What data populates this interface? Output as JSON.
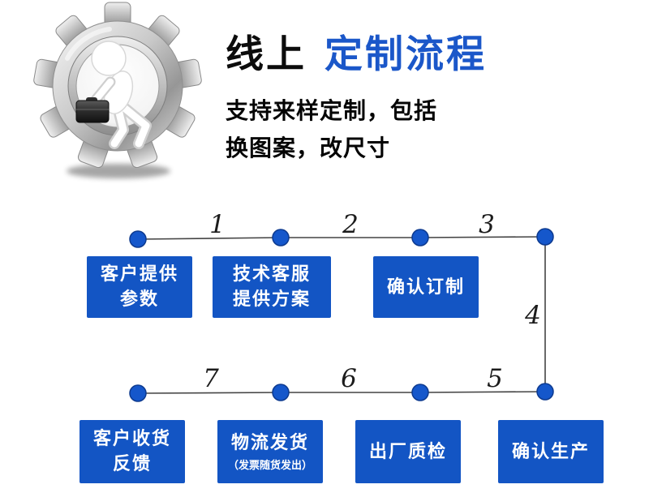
{
  "header": {
    "title_black": "线上",
    "title_blue": "定制流程",
    "subtitle_line1": "支持来样定制，包括",
    "subtitle_line2": "换图案，改尺寸",
    "logo_icon": "gear-with-worker-icon"
  },
  "flow": {
    "numbers": [
      "1",
      "2",
      "3",
      "4",
      "5",
      "6",
      "7"
    ],
    "boxes": {
      "top": [
        {
          "line1": "客户提供",
          "line2": "参数"
        },
        {
          "line1": "技术客服",
          "line2": "提供方案"
        },
        {
          "line1": "确认订制",
          "line2": ""
        }
      ],
      "bottom": [
        {
          "line1": "客户收货",
          "line2": "反馈"
        },
        {
          "line1": "物流发货",
          "sub": "（发票随货发出）"
        },
        {
          "line1": "出厂质检",
          "line2": ""
        },
        {
          "line1": "确认生产",
          "line2": ""
        }
      ]
    },
    "colors": {
      "box_blue": "#1355c4",
      "dot_blue": "#1557cb",
      "dot_ring": "#0d3a8f",
      "title_blue": "#1b57c9",
      "line": "#444444"
    }
  }
}
